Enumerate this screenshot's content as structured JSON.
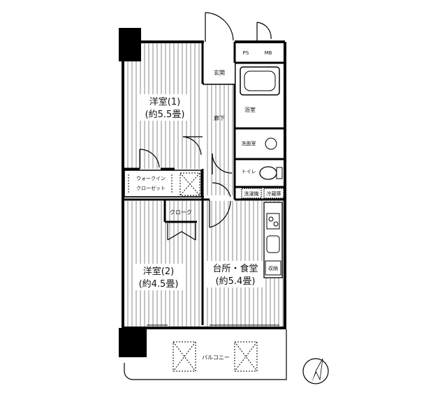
{
  "rooms": {
    "western1": {
      "name": "洋室(1)",
      "size": "(約5.5畳)"
    },
    "western2": {
      "name": "洋室(2)",
      "size": "(約4.5畳)"
    },
    "kitchen": {
      "name": "台所・食堂",
      "size": "(約5.4畳)"
    }
  },
  "labels": {
    "entrance": "玄関",
    "hallway": "廊下",
    "bath": "浴室",
    "washroom": "洗面室",
    "toilet": "トイレ",
    "walkin1": "ウォークイン",
    "walkin2": "クローゼット",
    "cloak": "クローク",
    "balcony": "バルコニー",
    "ps": "PS",
    "mb": "MB",
    "fridge": "冷蔵庫",
    "laundry": "洗濯機",
    "storage": "収納"
  },
  "colors": {
    "wall": "#000000",
    "floor_hatch": "#555555",
    "background": "#ffffff"
  }
}
